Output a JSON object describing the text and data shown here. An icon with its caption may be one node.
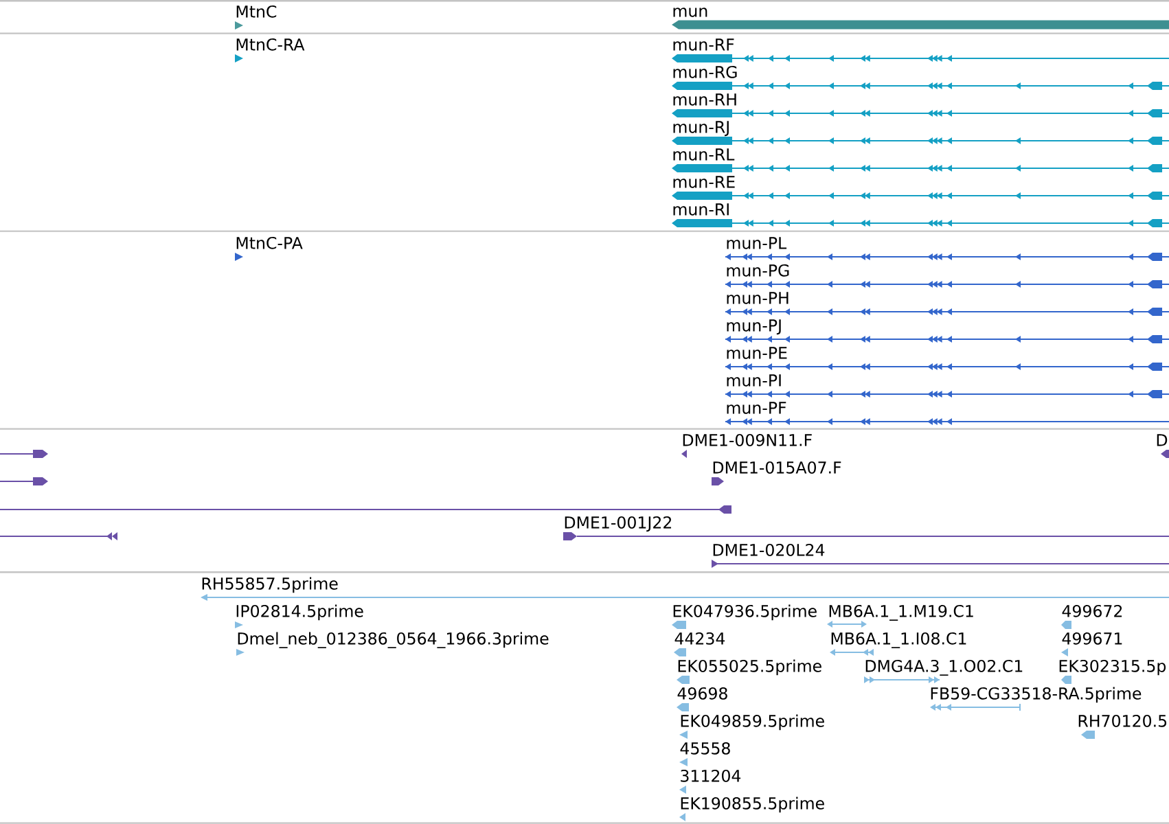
{
  "diagram": {
    "labels": [
      "MtnC",
      "mun",
      "MtnC-RA",
      "mun-RF",
      "mun-RG",
      "mun-RH",
      "mun-RJ",
      "mun-RL",
      "mun-RE",
      "mun-RI",
      "MtnC-PA",
      "mun-PL",
      "mun-PG",
      "mun-PH",
      "mun-PJ",
      "mun-PE",
      "mun-PI",
      "mun-PF",
      "DME1-009N11.F",
      "D",
      "DME1-015A07.F",
      "DME1-001J22",
      "DME1-020L24",
      "RH55857.5prime",
      "IP02814.5prime",
      "EK047936.5prime",
      "MB6A.1_1.M19.C1",
      "499672",
      "Dmel_neb_012386_0564_1966.3prime",
      "44234",
      "MB6A.1_1.I08.C1",
      "499671",
      "EK055025.5prime",
      "DMG4A.3_1.O02.C1",
      "EK302315.5p",
      "49698",
      "FB59-CG33518-RA.5prime",
      "EK049859.5prime",
      "RH70120.5",
      "45558",
      "311204",
      "EK190855.5prime"
    ]
  }
}
